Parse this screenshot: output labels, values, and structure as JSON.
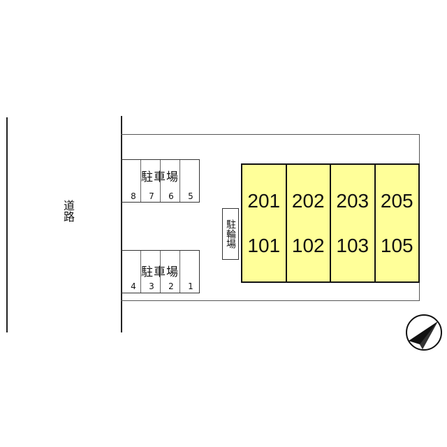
{
  "road_label": "道路",
  "parking_top": {
    "label": "駐車場",
    "slots": [
      "8",
      "7",
      "6",
      "5"
    ]
  },
  "parking_bottom": {
    "label": "駐車場",
    "slots": [
      "4",
      "3",
      "2",
      "1"
    ]
  },
  "bike_parking_label": "駐輪場",
  "building": {
    "units": [
      {
        "upper": "201",
        "lower": "101"
      },
      {
        "upper": "202",
        "lower": "102"
      },
      {
        "upper": "203",
        "lower": "103"
      },
      {
        "upper": "205",
        "lower": "105"
      }
    ]
  },
  "colors": {
    "building_fill": "#ffff99",
    "outline": "#111111"
  },
  "compass_icon": "north-arrow-icon"
}
